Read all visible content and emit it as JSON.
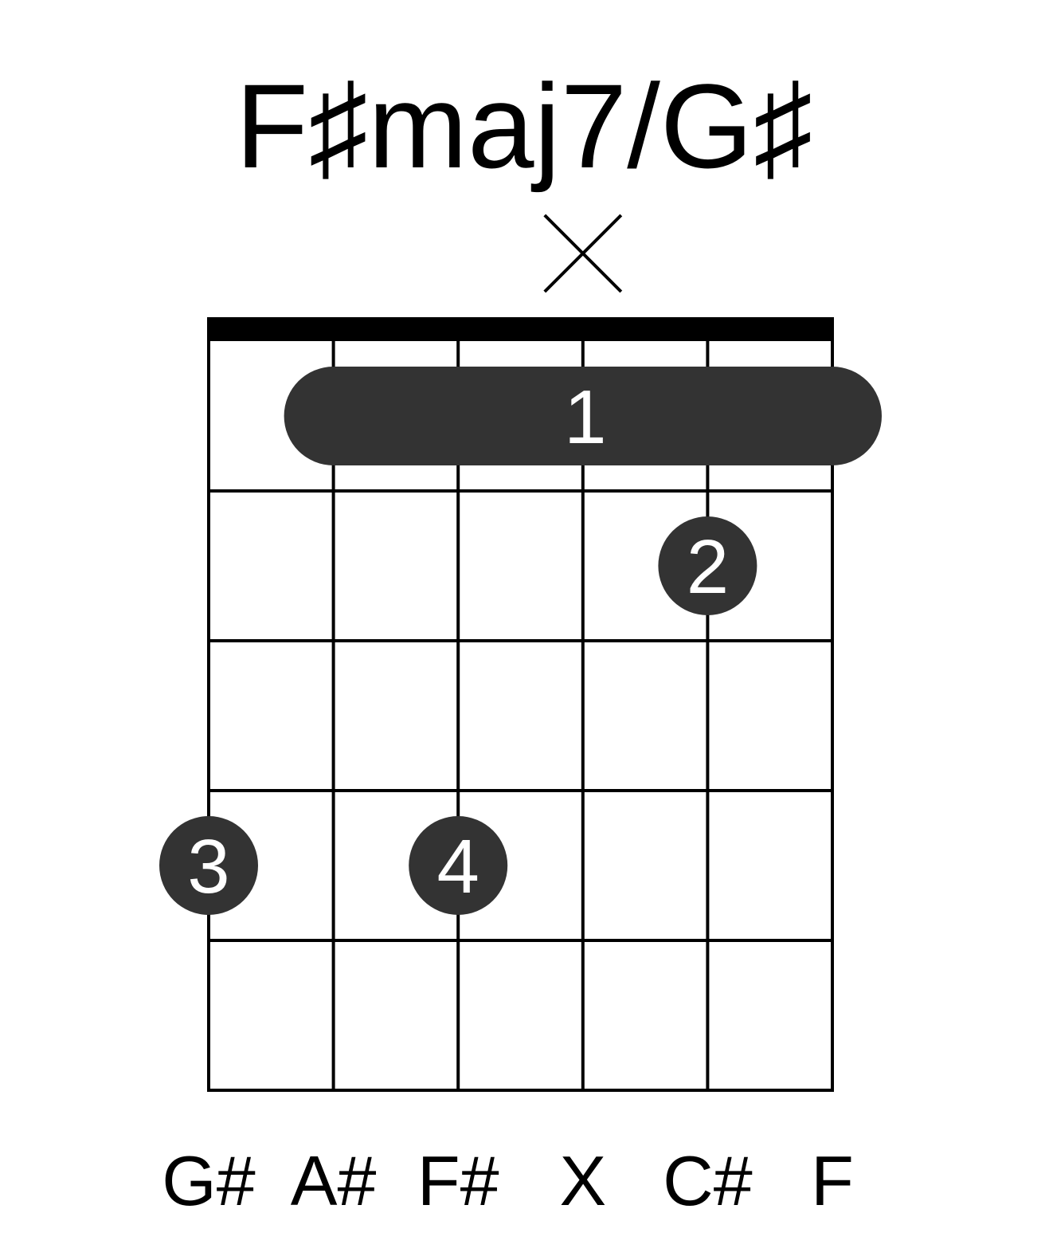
{
  "chord": {
    "name": "F♯maj7/G♯"
  },
  "diagram": {
    "string_count": 6,
    "fret_count": 5,
    "muted_strings": [
      4
    ],
    "barre": {
      "fret": 1,
      "from_string": 2,
      "to_string": 6,
      "finger": "1"
    },
    "dots": [
      {
        "string": 5,
        "fret": 2,
        "finger": "2"
      },
      {
        "string": 1,
        "fret": 4,
        "finger": "3"
      },
      {
        "string": 3,
        "fret": 4,
        "finger": "4"
      }
    ],
    "string_notes": [
      "G#",
      "A#",
      "F#",
      "X",
      "C#",
      "F"
    ]
  },
  "colors": {
    "grid": "#000000",
    "marker": "#333333",
    "marker_text": "#ffffff",
    "label": "#000000"
  }
}
